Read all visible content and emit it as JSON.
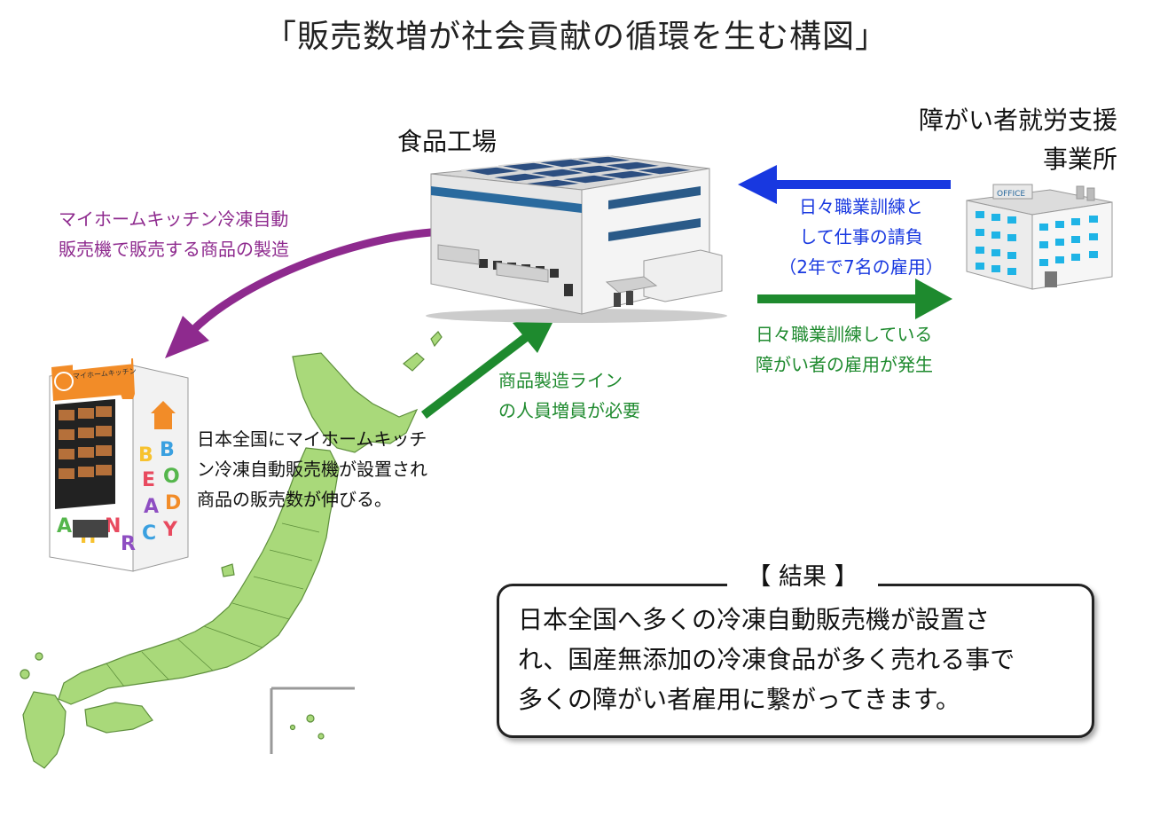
{
  "title": "「販売数増が社会貢献の循環を生む構図」",
  "factory": {
    "label": "食品工場"
  },
  "office": {
    "label_line1": "障がい者就労支援",
    "label_line2": "事業所",
    "sign": "OFFICE"
  },
  "vending": {
    "line1": "マイホームキッチン冷凍自動",
    "line2": "販売機で販売する商品の製造",
    "brand": "マイホームキッチン"
  },
  "japan_note": {
    "line1": "日本全国にマイホームキッチ",
    "line2": "ン冷凍自動販売機が設置され",
    "line3": "商品の販売数が伸びる。"
  },
  "production_note": {
    "line1": "商品製造ライン",
    "line2": "の人員増員が必要"
  },
  "blue_note": {
    "line1": "日々職業訓練と",
    "line2": "して仕事の請負",
    "line3": "（2年で7名の雇用）"
  },
  "green_note": {
    "line1": "日々職業訓練している",
    "line2": "障がい者の雇用が発生"
  },
  "result": {
    "heading": "【 結果 】",
    "line1": "日本全国へ多くの冷凍自動販売機が設置さ",
    "line2": "れ、国産無添加の冷凍食品が多く売れる事で",
    "line3": "多くの障がい者雇用に繋がってきます。"
  },
  "colors": {
    "purple": "#8e2a8e",
    "blue": "#1838e0",
    "green": "#1e8a2e",
    "map": "#a9d97a"
  }
}
